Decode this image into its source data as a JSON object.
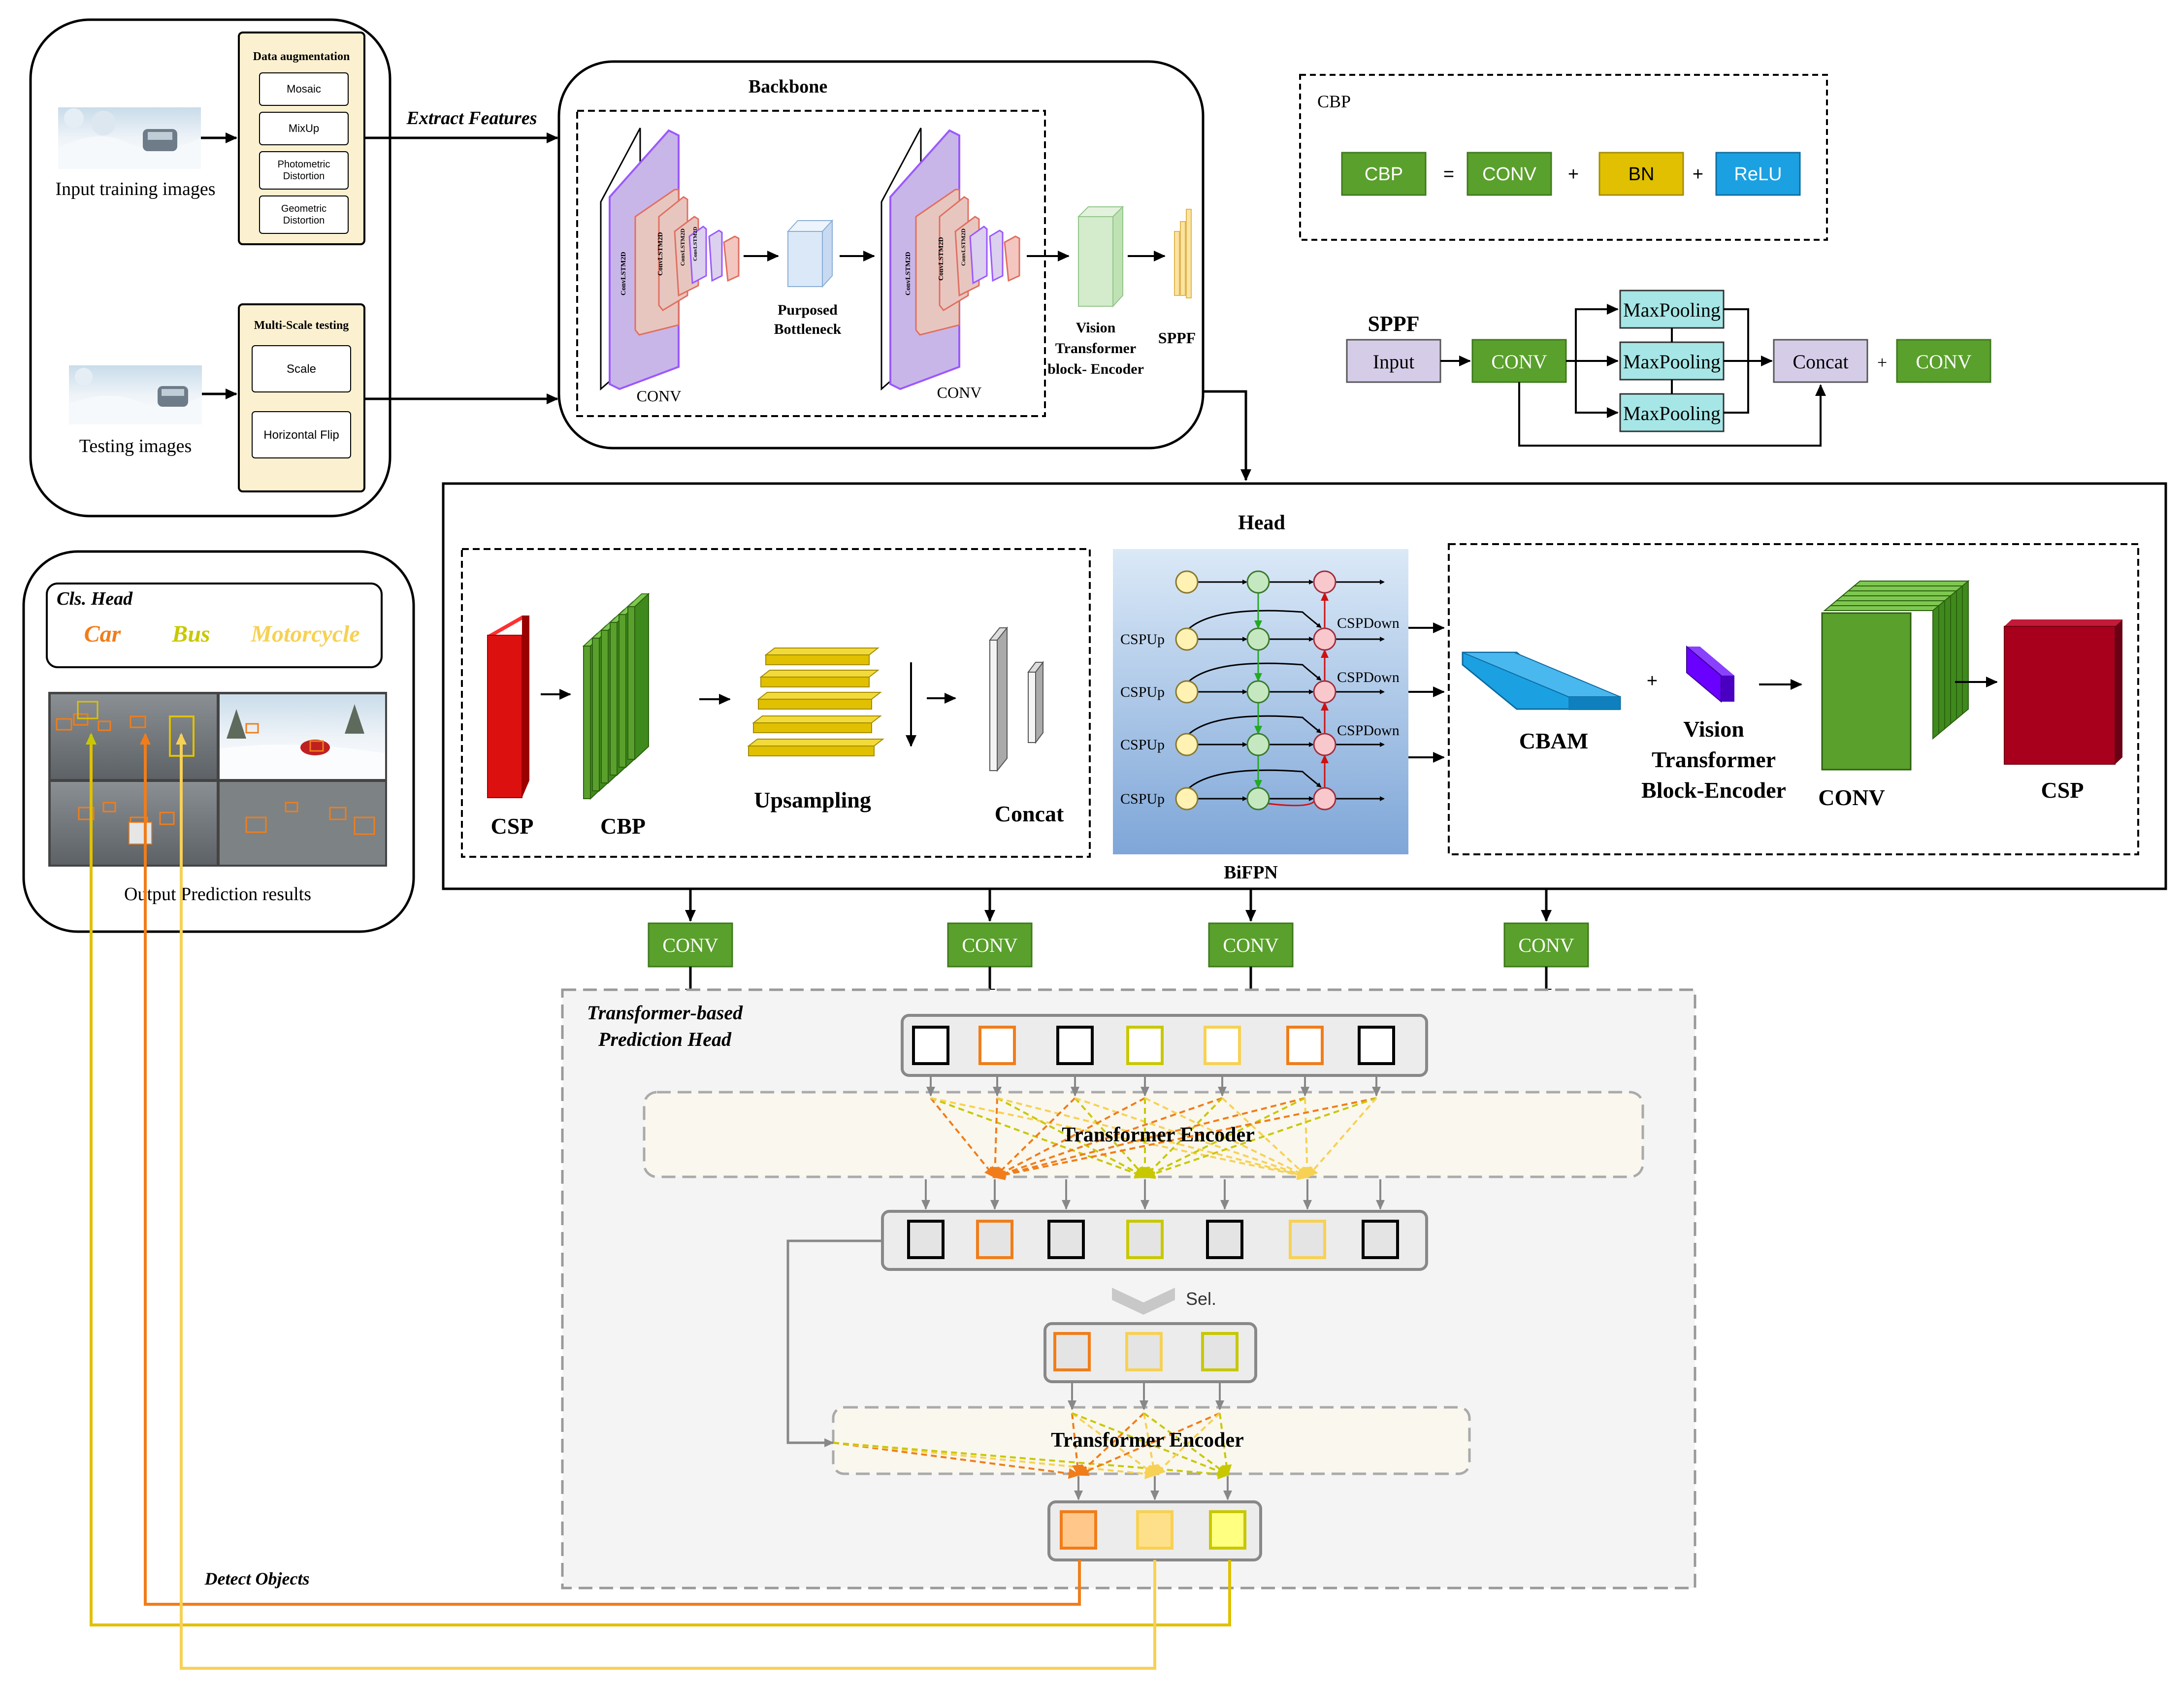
{
  "input_panel": {
    "train_label": "Input training images",
    "test_label": "Testing images",
    "aug_title": "Data augmentation",
    "aug_items": [
      "Mosaic",
      "MixUp",
      "Photometric Distortion",
      "Geometric Distortion"
    ],
    "ms_title": "Multi-Scale testing",
    "ms_items": [
      "Scale",
      "Horizontal Flip"
    ],
    "extract_label": "Extract Features"
  },
  "backbone": {
    "title": "Backbone",
    "conv1": "CONV",
    "conv2": "CONV",
    "layer_label": "ConvLSTM2D",
    "bottleneck": "Purposed Bottleneck",
    "vit_label": "Vision Transformer block- Encoder",
    "sppf": "SPPF"
  },
  "cbp": {
    "title": "CBP",
    "cbp": "CBP",
    "eq": "=",
    "conv": "CONV",
    "plus": "+",
    "bn": "BN",
    "relu": "ReLU"
  },
  "sppf": {
    "title": "SPPF",
    "input": "Input",
    "conv": "CONV",
    "maxpool": "MaxPooling",
    "concat": "Concat",
    "plus": "+",
    "conv2": "CONV"
  },
  "head": {
    "title": "Head",
    "csp": "CSP",
    "cbp": "CBP",
    "upsampling": "Upsampling",
    "concat": "Concat",
    "bifpn": "BiFPN",
    "cspup": "CSPUp",
    "cspdown": "CSPDown",
    "cbam": "CBAM",
    "plus": "+",
    "vit": "Vision Transformer Block-Encoder",
    "conv": "CONV",
    "csp2": "CSP"
  },
  "cls_head": {
    "title": "Cls. Head",
    "classes": [
      "Car",
      "Bus",
      "Motorcycle"
    ],
    "output_label": "Output Prediction results"
  },
  "prediction": {
    "conv_label": "CONV",
    "title": "Transformer-based Prediction Head",
    "encoder1": "Transformer Encoder",
    "sel": "Sel.",
    "encoder2": "Transformer Encoder",
    "detect": "Detect Objects"
  },
  "colors": {
    "green": "#5aa02c",
    "yellow": "#e0c000",
    "blue": "#1ba1e2",
    "lavender": "#d5cde8",
    "cyan": "#a6e6e6",
    "orange": "#f07d1a",
    "olive": "#c8c800",
    "pale_yellow": "#f7d154",
    "red": "#d01010",
    "maroon": "#a8001c",
    "purple": "#6a00ff"
  }
}
